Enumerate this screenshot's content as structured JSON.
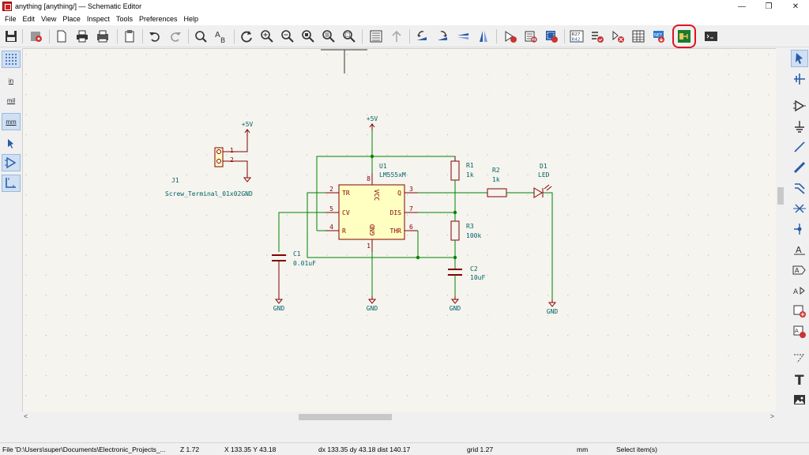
{
  "window": {
    "title": "anything [anything/] — Schematic Editor",
    "controls": [
      "—",
      "❐",
      "✕"
    ]
  },
  "menu": [
    "File",
    "Edit",
    "View",
    "Place",
    "Inspect",
    "Tools",
    "Preferences",
    "Help"
  ],
  "toolbar": {
    "icons": [
      "save-icon",
      "schematic-setup-icon",
      "page-setup-icon",
      "print-icon",
      "plot-icon",
      "paste-icon",
      "undo-icon",
      "redo-icon",
      "find-icon",
      "find-replace-icon",
      "refresh-icon",
      "zoom-in-icon",
      "zoom-out-icon",
      "zoom-fit-icon",
      "zoom-objects-icon",
      "zoom-selection-icon",
      "hierarchy-navigator-icon",
      "leave-sheet-icon",
      "rotate-ccw-icon",
      "rotate-cw-icon",
      "mirror-v-icon",
      "mirror-h-icon",
      "symbol-editor-icon",
      "symbol-browser-icon",
      "footprint-assign-icon",
      "annotate-icon",
      "erc-icon",
      "bom-icon",
      "edit-fields-icon",
      "generate-netlist-icon",
      "switch-to-pcb-icon",
      "scripting-console-icon"
    ],
    "highlighted": "switch-to-pcb-icon"
  },
  "left_toolbar": {
    "grid": "grid-icon",
    "units": [
      "in",
      "mil",
      "mm"
    ],
    "active_unit": "mm"
  },
  "schematic": {
    "j1": {
      "ref": "J1",
      "value": "Screw_Terminal_01x02",
      "pins": [
        "1",
        "2"
      ]
    },
    "u1": {
      "ref": "U1",
      "value": "LM555xM",
      "pins_left": [
        {
          "num": "2",
          "name": "TR"
        },
        {
          "num": "5",
          "name": "CV"
        },
        {
          "num": "4",
          "name": "R"
        }
      ],
      "pins_right": [
        {
          "num": "3",
          "name": "Q"
        },
        {
          "num": "7",
          "name": "DIS"
        },
        {
          "num": "6",
          "name": "THR"
        }
      ],
      "vcc": {
        "num": "8",
        "name": "VCC"
      },
      "gnd": {
        "num": "1",
        "name": "GND"
      }
    },
    "r1": {
      "ref": "R1",
      "value": "1k"
    },
    "r2": {
      "ref": "R2",
      "value": "1k"
    },
    "r3": {
      "ref": "R3",
      "value": "100k"
    },
    "c1": {
      "ref": "C1",
      "value": "0.01uF"
    },
    "c2": {
      "ref": "C2",
      "value": "10uF"
    },
    "d1": {
      "ref": "D1",
      "value": "LED"
    },
    "power_5v": "+5V",
    "gnd": "GND"
  },
  "status": {
    "file": "File 'D:\\Users\\super\\Documents\\Electronic_Projects_...",
    "zoom": "Z 1.72",
    "cursor": "X 133.35  Y 43.18",
    "delta": "dx 133.35  dy 43.18  dist 140.17",
    "grid": "grid 1.27",
    "units": "mm",
    "message": "Select item(s)"
  },
  "colors": {
    "wire": "#008400",
    "component": "#840000",
    "component_fill": "#ffffc2",
    "power": "#840000",
    "label_text": "#006464",
    "highlight": "#e0141e",
    "canvas": "#f5f4ef"
  }
}
